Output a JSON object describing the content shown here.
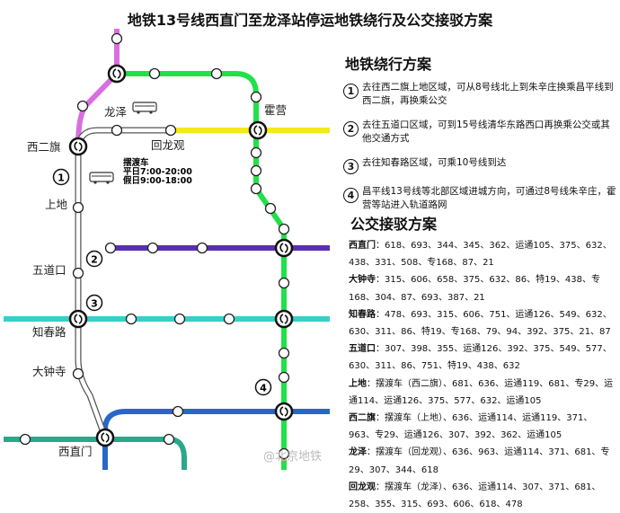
{
  "title": "地铁13号线西直门至龙泽站停运地铁绕行及公交接驳方案",
  "map": {
    "stations": {
      "longze": "龙泽",
      "huoying": "霍营",
      "xierqi": "西二旗",
      "huilongguan": "回龙观",
      "shangdi": "上地",
      "wudaokou": "五道口",
      "zhichunlu": "知春路",
      "dazhongsi": "大钟寺",
      "xizhimen": "西直门"
    },
    "shuttle": {
      "label": "摆渡车",
      "weekday": "平日7:00-20:00",
      "holiday": "假日9:00-18:00"
    },
    "markers": [
      "1",
      "2",
      "3",
      "4"
    ],
    "line_colors": {
      "changping": "#d86ee0",
      "line8": "#22e04a",
      "line13_suspended": "#ffffff",
      "line5": "#f2ea1c",
      "line15": "#5a2fb4",
      "line10": "#36d0c8",
      "line4": "#2a66c9",
      "line2": "#2aa88a"
    },
    "icons": [
      "transfer-icon",
      "bus-icon",
      "station-icon"
    ],
    "watermark": "@北京地铁"
  },
  "detour": {
    "heading": "地铁绕行方案",
    "items": [
      {
        "num": "1",
        "text": "去往西二旗上地区域，可从8号线北上到朱辛庄换乘昌平线到西二旗，再换乘公交"
      },
      {
        "num": "2",
        "text": "去往五道口区域，可到15号线清华东路西口再换乘公交或其他交通方式"
      },
      {
        "num": "3",
        "text": "去往知春路区域，可乘10号线到达"
      },
      {
        "num": "4",
        "text": "昌平线13号线等北部区域进城方向，可通过8号线朱辛庄，霍营等站进入轨道路网"
      }
    ]
  },
  "bus": {
    "heading": "公交接驳方案",
    "rows": [
      {
        "name": "西直门",
        "text": "：618、693、344、345、362、运通105、375、632、438、331、508、专168、87、21"
      },
      {
        "name": "大钟寺",
        "text": "：315、606、658、375、632、86、特19、438、专168、304、87、693、387、21"
      },
      {
        "name": "知春路",
        "text": "：478、693、315、606、751、运通126、549、632、630、311、86、特19、专168、79、94、392、375、21、87"
      },
      {
        "name": "五道口",
        "text": "：307、398、355、运通126、392、375、549、577、630、311、86、751、特19、438、632"
      },
      {
        "name": "上地",
        "text": "：摆渡车（西二旗）、681、636、运通119、681、专29、运通114、运通126、375、577、632、运通105"
      },
      {
        "name": "西二旗",
        "text": "：摆渡车（上地）、636、运通114、运通119、371、963、专29、运通126、307、392、362、运通105"
      },
      {
        "name": "龙泽",
        "text": "：摆渡车（回龙观）、636、963、运通114、371、681、专29、307、344、618"
      },
      {
        "name": "回龙观",
        "text": "：摆渡车（龙泽）、636、运通114、307、371、681、258、355、315、693、606、618、478"
      }
    ]
  }
}
